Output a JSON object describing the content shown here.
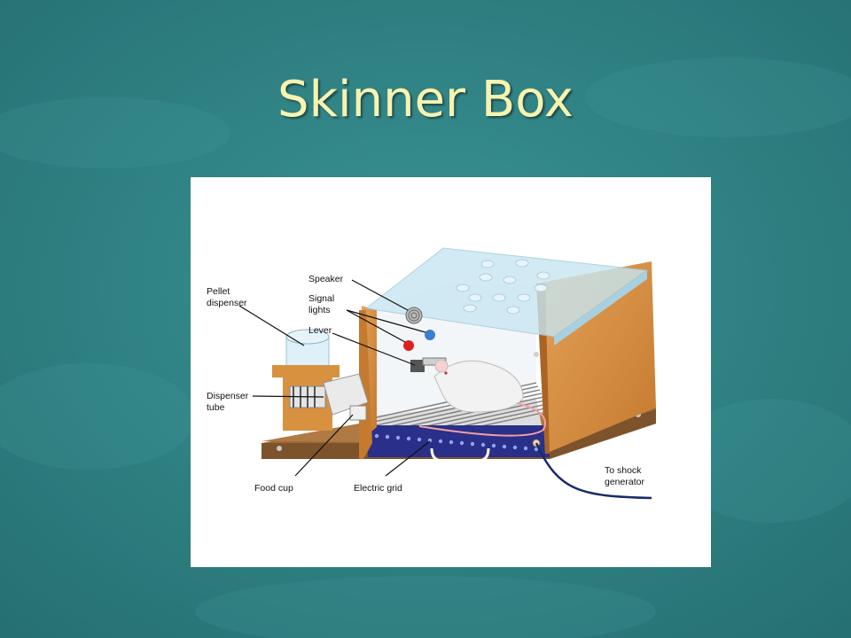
{
  "slide": {
    "title": "Skinner Box",
    "background_color": "#2f8585",
    "title_color": "#f7f3b0"
  },
  "diagram": {
    "labels": {
      "speaker": "Speaker",
      "signal_lights_1": "Signal",
      "signal_lights_2": "lights",
      "lever": "Lever",
      "pellet_dispenser_1": "Pellet",
      "pellet_dispenser_2": "dispenser",
      "dispenser_tube_1": "Dispenser",
      "dispenser_tube_2": "tube",
      "food_cup": "Food cup",
      "electric_grid": "Electric grid",
      "shock_1": "To shock",
      "shock_2": "generator"
    },
    "colors": {
      "wood": "#d8913f",
      "glass": "#c8e6f2",
      "base": "#9a6a3a",
      "light_red": "#e02020",
      "light_blue": "#3a7fd0"
    }
  }
}
